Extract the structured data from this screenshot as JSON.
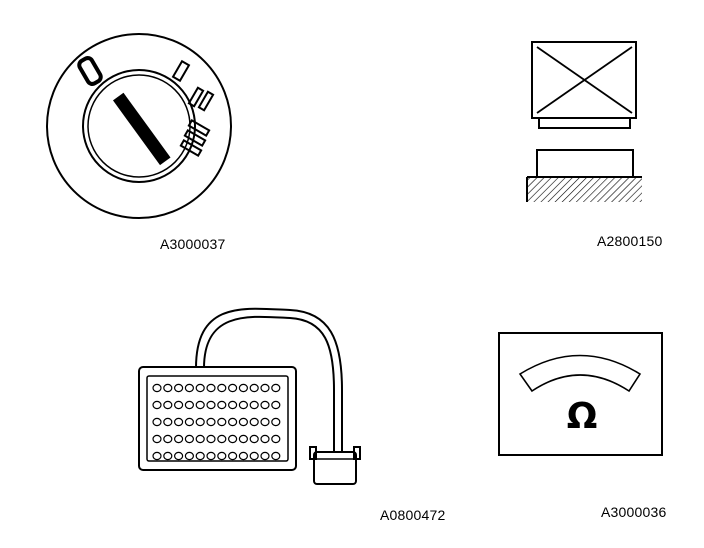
{
  "figures": [
    {
      "id": "ignition-switch",
      "label": "A3000037"
    },
    {
      "id": "relay-socket",
      "label": "A2800150"
    },
    {
      "id": "test-box",
      "label": "A0800472"
    },
    {
      "id": "ohmmeter",
      "label": "A3000036"
    }
  ],
  "ohmmeter_symbol": "Ω",
  "colors": {
    "ink": "#000000",
    "background": "#ffffff"
  }
}
